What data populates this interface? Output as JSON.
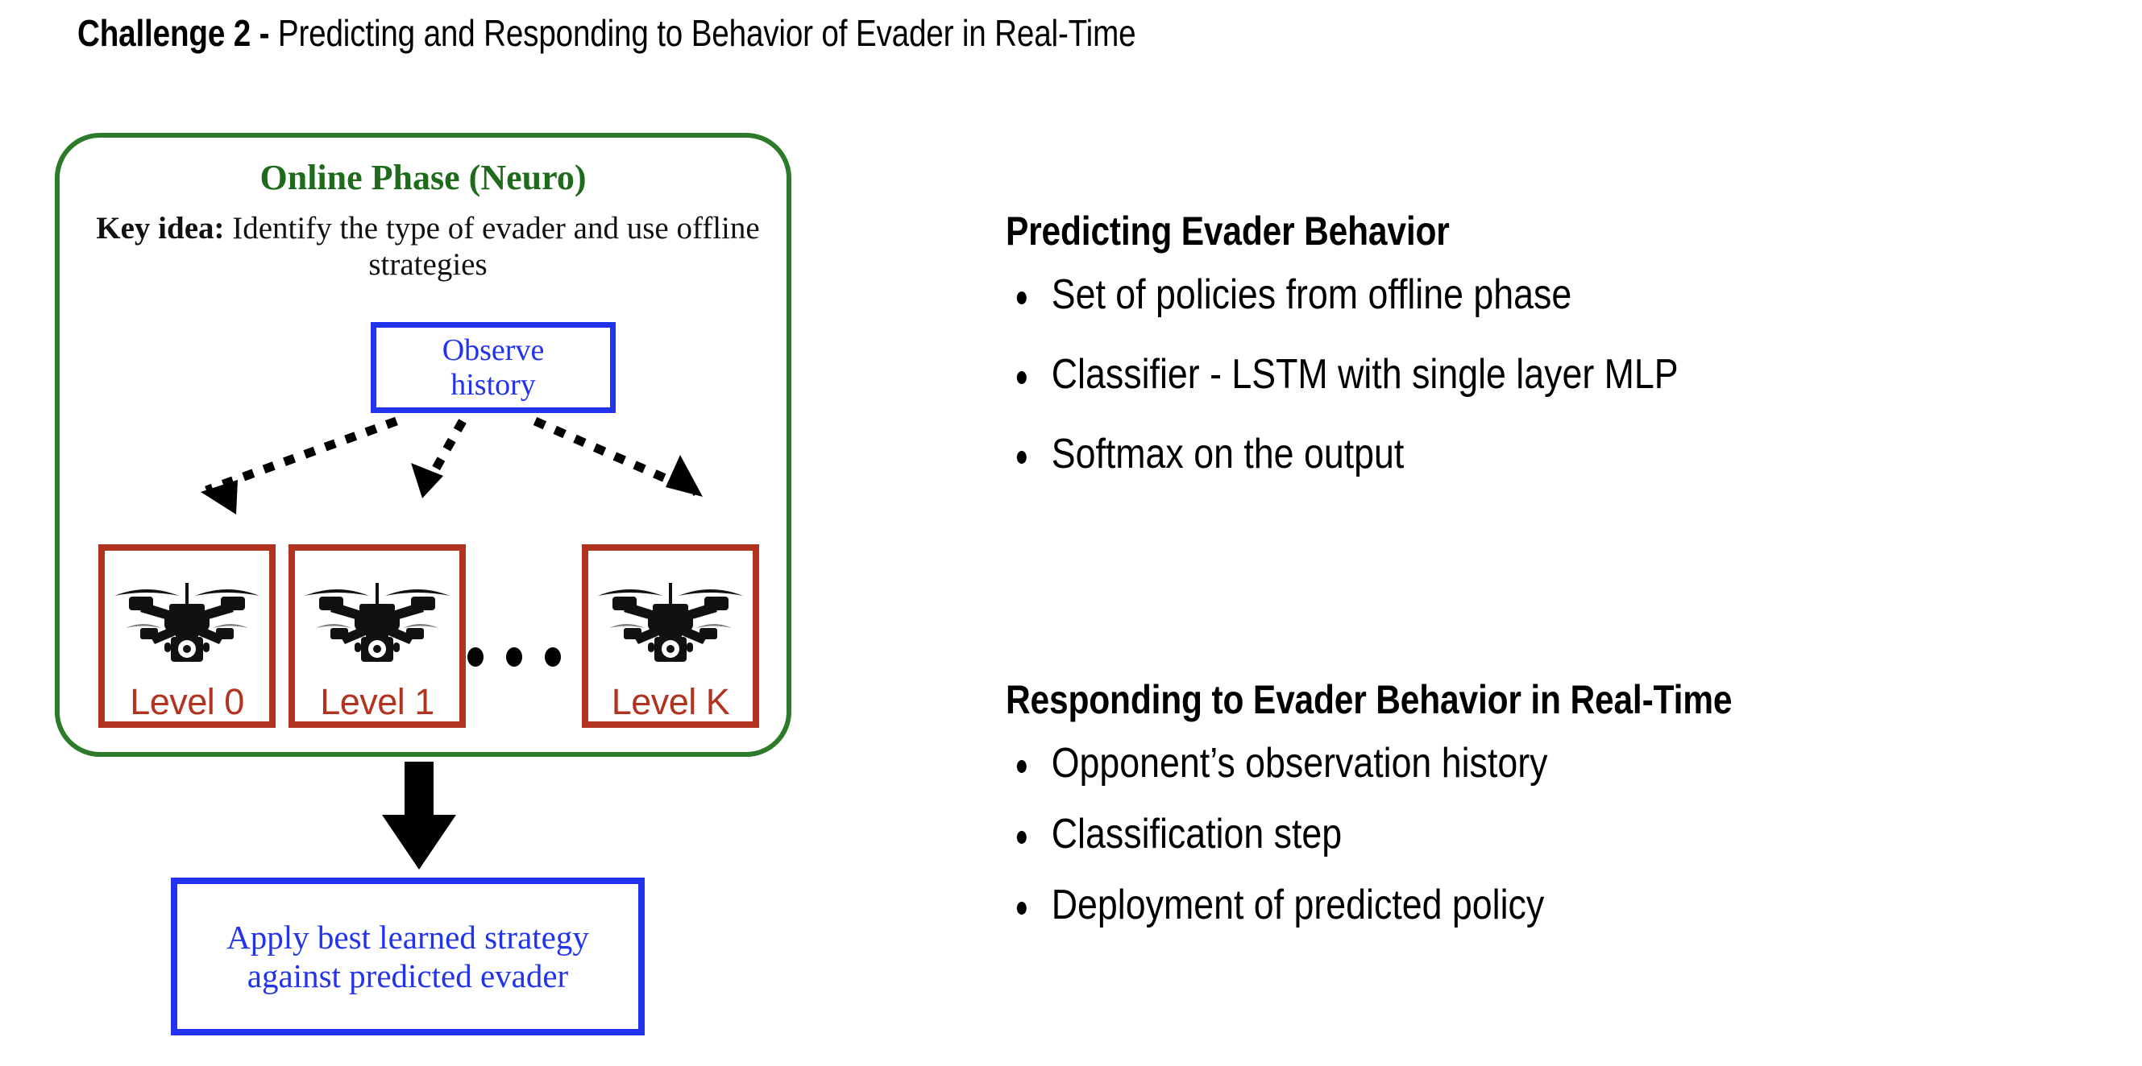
{
  "slide": {
    "title_lead": "Challenge 2 -",
    "title_rest": " Predicting and Responding to Behavior of Evader in Real-Time"
  },
  "colors": {
    "green_border": "#2d7a2b",
    "green_heading": "#1f6b1c",
    "blue": "#2233ee",
    "red": "#b2331f",
    "black": "#000000"
  },
  "diagram": {
    "panel_heading": "Online Phase (Neuro)",
    "key_idea_label": "Key idea:",
    "key_idea_text": " Identify the type of evader and use offline strategies",
    "observe_box": {
      "line1": "Observe",
      "line2": "history"
    },
    "levels": [
      {
        "label": "Level 0",
        "icon": "drone-icon"
      },
      {
        "label": "Level 1",
        "icon": "drone-icon"
      },
      {
        "label": "Level K",
        "icon": "drone-icon"
      }
    ],
    "ellipsis": "• • •",
    "apply_box": {
      "line1": "Apply best learned strategy",
      "line2": "against predicted evader"
    }
  },
  "right": {
    "sections": [
      {
        "heading": "Predicting Evader Behavior",
        "bullets": [
          "Set of policies from offline phase",
          "Classifier - LSTM with single layer MLP",
          "Softmax on the output"
        ]
      },
      {
        "heading": "Responding to Evader Behavior in Real-Time",
        "bullets": [
          "Opponent’s observation history",
          "Classification step",
          "Deployment of predicted policy"
        ]
      }
    ]
  }
}
